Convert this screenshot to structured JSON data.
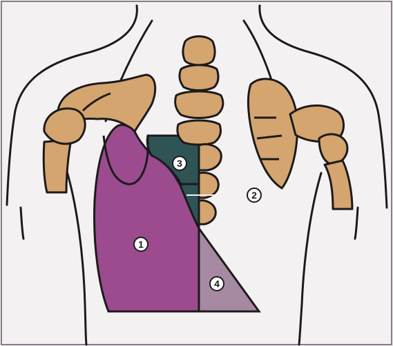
{
  "diagram": {
    "colors": {
      "background": "#f3f1f2",
      "bone": "#d4a56e",
      "outline": "#1c1a1c",
      "zone_1": "#9b4b8e",
      "zone_2": "#2e5456",
      "zone_3": "#2e5456",
      "zone_4": "#a68aa2",
      "marker_fill": "#ffffff"
    },
    "labels": {
      "zone_1": "1",
      "zone_2": "2",
      "zone_3": "3",
      "zone_4": "4"
    }
  }
}
